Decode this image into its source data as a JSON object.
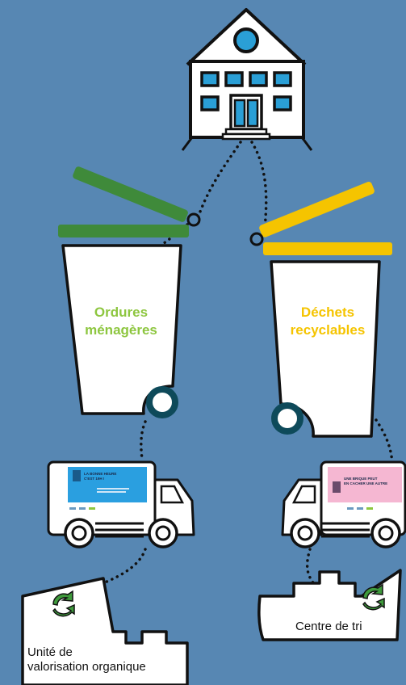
{
  "bins": {
    "left": {
      "label_line1": "Ordures",
      "label_line2": "ménagères",
      "lid_color": "#3f8a3a",
      "text_color": "#8dc63f"
    },
    "right": {
      "label_line1": "Déchets",
      "label_line2": "recyclables",
      "lid_color": "#f5c400",
      "text_color": "#f5c400"
    }
  },
  "trucks": {
    "left": {
      "poster_line1": "LA BONNE HEURE",
      "poster_line2": "C'EST 19H !",
      "poster_color": "#2a9fe0"
    },
    "right": {
      "poster_line1": "UNE BRIQUE PEUT",
      "poster_line2": "EN CACHER UNE AUTRE",
      "poster_color": "#f5b7d2"
    }
  },
  "destinations": {
    "left": {
      "label_line1": "Unité de",
      "label_line2": "valorisation organique",
      "icon": "recycle-arrow-icon"
    },
    "right": {
      "label": "Centre de tri",
      "icon": "recycle-arrow-icon"
    }
  },
  "colors": {
    "background": "#5787b3",
    "outline": "#111111",
    "building_windows": "#2a9fd6",
    "logo_green": "#3f9a3c"
  }
}
